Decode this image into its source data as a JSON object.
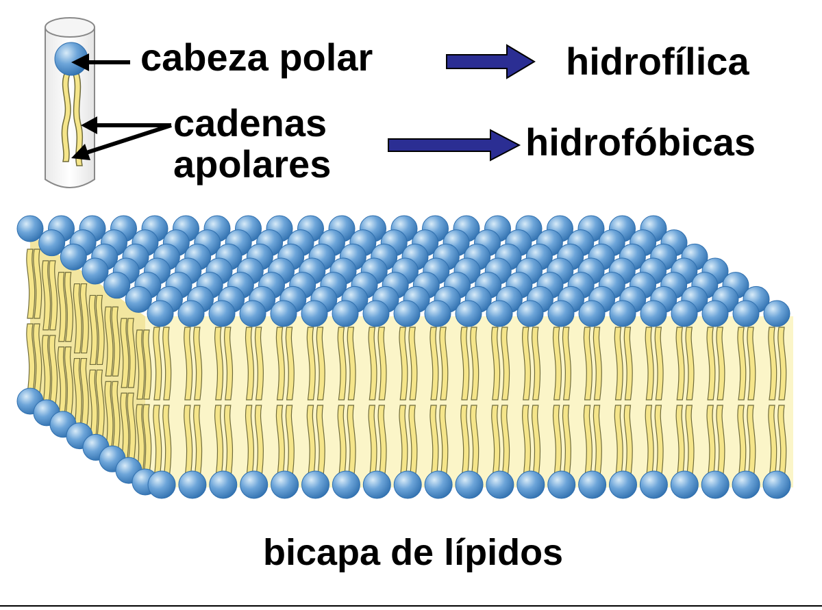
{
  "labels": {
    "polar_head": "cabeza polar",
    "apolar_chains_line1": "cadenas",
    "apolar_chains_line2": "apolares",
    "hydrophilic": "hidrofílica",
    "hydrophobic": "hidrofóbicas",
    "figure_title": "bicapa de lípidos"
  },
  "colors": {
    "head_fill": "#5b95cf",
    "head_highlight": "#cfe4f5",
    "tail_fill": "#f5e58a",
    "tail_stroke": "#6e6a3a",
    "arrow_blue": "#2b2e93",
    "arrow_black": "#000000",
    "membrane_interior": "#fbf5c8"
  }
}
